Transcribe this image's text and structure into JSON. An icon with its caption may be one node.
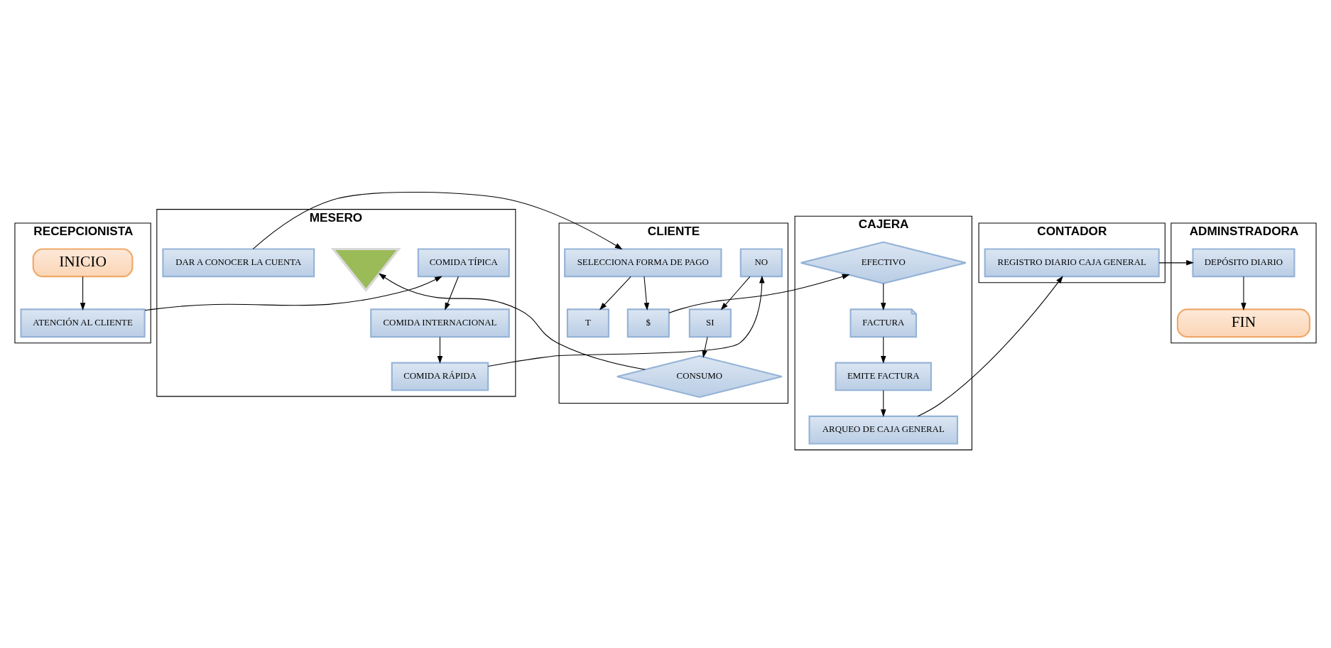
{
  "diagram": {
    "nodes": [
      {
        "text": [
          "RECEPCIONISTA"
        ]
      },
      {
        "text": [
          "MESERO"
        ]
      },
      {
        "text": [
          "CLIENTE"
        ]
      },
      {
        "text": [
          "CAJERA"
        ]
      },
      {
        "text": [
          "CONTADOR"
        ]
      },
      {
        "text": [
          "ADMINSTRADORA"
        ]
      },
      {
        "text": [
          "INICIO"
        ],
        "in": 0
      },
      {
        "text": [
          "ATENCIÓN AL CLIENTE"
        ],
        "in": 0
      },
      {
        "text": [
          "COMIDA TÍPICA"
        ],
        "in": 1
      },
      {
        "text": [
          "COMIDA INTERNACIONAL"
        ],
        "in": 1
      },
      {
        "text": [
          "COMIDA RÁPIDA"
        ],
        "in": 1
      },
      {
        "text": [],
        "shape": "triangle",
        "in": 1
      },
      {
        "text": [
          "DAR A CONOCER LA CUENTA"
        ],
        "in": 1
      },
      {
        "text": [
          "NO"
        ],
        "in": 2
      },
      {
        "text": [
          "SI"
        ],
        "in": 2
      },
      {
        "text": [
          "CONSUMO"
        ],
        "in": 2
      },
      {
        "text": [
          "SELECCIONA FORMA DE PAGO"
        ],
        "in": 2
      },
      {
        "text": [
          "T"
        ],
        "in": 2
      },
      {
        "text": [
          "$"
        ],
        "in": 2
      },
      {
        "text": [
          "EFECTIVO"
        ],
        "in": 3
      },
      {
        "text": [
          "FACTURA"
        ],
        "in": 3
      },
      {
        "text": [
          "EMITE FACTURA"
        ],
        "in": 3
      },
      {
        "text": [
          "ARQUEO DE CAJA GENERAL"
        ],
        "in": 3
      },
      {
        "text": [
          "REGISTRO DIARIO CAJA GENERAL"
        ],
        "in": 4
      },
      {
        "text": [
          "DEPÓSITO DIARIO"
        ],
        "in": 5
      },
      {
        "text": [
          "FIN"
        ],
        "in": 5
      }
    ],
    "edges": [
      {
        "from": 6,
        "to": 7,
        "arrow": "to"
      },
      {
        "from": 7,
        "to": 8,
        "arrow": "to"
      },
      {
        "from": 8,
        "to": 9,
        "arrow": "to"
      },
      {
        "from": 9,
        "to": 10,
        "arrow": "to"
      },
      {
        "from": 10,
        "to": 13,
        "arrow": "to"
      },
      {
        "from": 13,
        "to": 14,
        "arrow": "to"
      },
      {
        "from": 14,
        "to": 15,
        "arrow": "to"
      },
      {
        "from": 15,
        "to": 11,
        "arrow": "to"
      },
      {
        "from": 12,
        "to": 16,
        "arrow": "to"
      },
      {
        "from": 16,
        "to": 17,
        "arrow": "to"
      },
      {
        "from": 16,
        "to": 18,
        "arrow": "to"
      },
      {
        "from": 18,
        "to": 19,
        "arrow": "to"
      },
      {
        "from": 19,
        "to": 20,
        "arrow": "to"
      },
      {
        "from": 20,
        "to": 21,
        "arrow": "to"
      },
      {
        "from": 21,
        "to": 22,
        "arrow": "to"
      },
      {
        "from": 22,
        "to": 23,
        "arrow": "to"
      },
      {
        "from": 23,
        "to": 24,
        "arrow": "to"
      },
      {
        "from": 24,
        "to": 25,
        "arrow": "to"
      }
    ]
  }
}
